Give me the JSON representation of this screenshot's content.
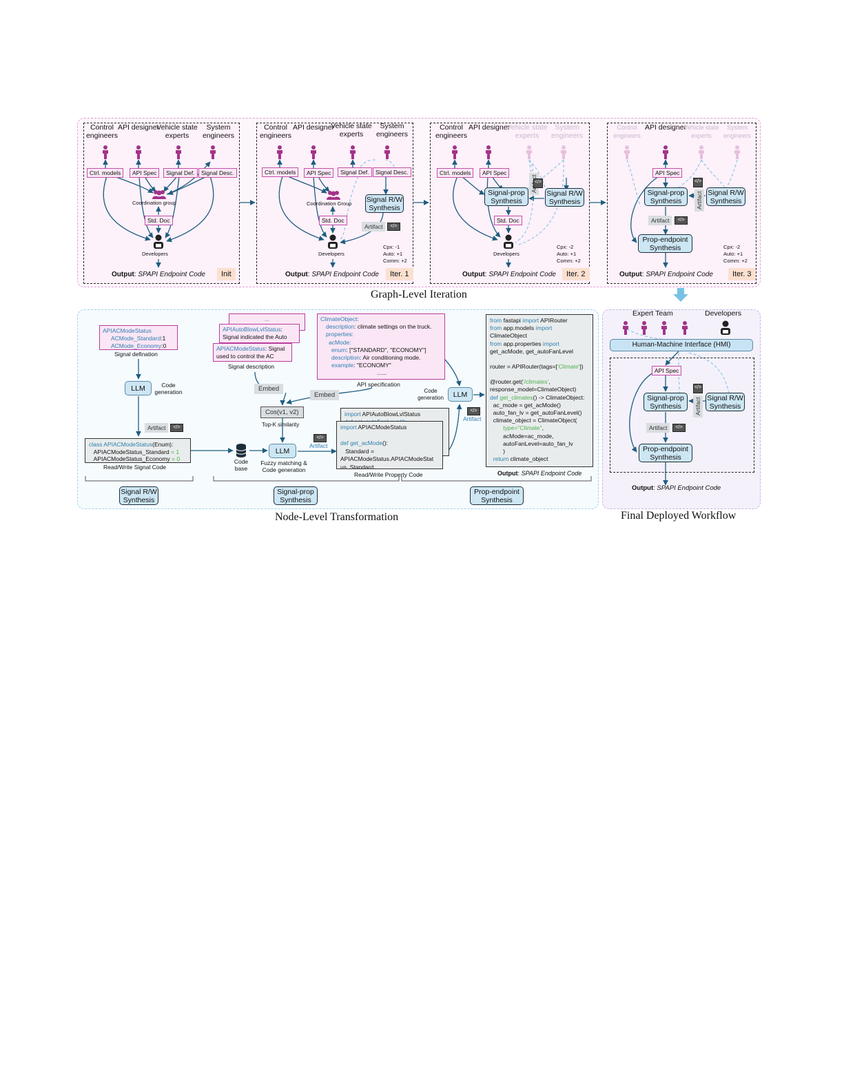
{
  "graph_level": {
    "caption": "Graph-Level Iteration",
    "panels": [
      {
        "roles": [
          "Control engineers",
          "API designer",
          "Vehicle state experts",
          "System engineers"
        ],
        "tags": [
          "Ctrl. models",
          "API Spec",
          "Signal Def.",
          "Signal Desc."
        ],
        "hub": "Coordination group",
        "doc": "Std. Doc",
        "dev": "Developers",
        "output_label": "Output",
        "output_value": "SPAPI Endpoint Code",
        "iter": "Init"
      },
      {
        "roles": [
          "Control engineers",
          "API designer",
          "Vehicle state experts",
          "System engineers"
        ],
        "tags": [
          "Ctrl. models",
          "API Spec",
          "Signal Def.",
          "Signal Desc."
        ],
        "hub": "Coordination Group",
        "doc": "Std. Doc",
        "dev": "Developers",
        "node": "Signal R/W Synthesis",
        "artifact": "Artifact",
        "stats": "Cpx: -1\nAuto: +1\nComm: +2",
        "output_label": "Output",
        "output_value": "SPAPI Endpoint Code",
        "iter": "Iter. 1"
      },
      {
        "roles": [
          "Control engineers",
          "API designer",
          "Vehicle state experts",
          "System engineers"
        ],
        "tags": [
          "Ctrl. models",
          "API Spec"
        ],
        "doc": "Std. Doc",
        "dev": "Developers",
        "node1": "Signal-prop Synthesis",
        "node2": "Signal R/W Synthesis",
        "artifact": "Artifact",
        "stats": "Cpx: -2\nAuto: +1\nComm: +2",
        "output_label": "Output",
        "output_value": "SPAPI Endpoint Code",
        "iter": "Iter. 2"
      },
      {
        "roles": [
          "Control engineers",
          "API designer",
          "Vehicle state experts",
          "System engineers"
        ],
        "tags": [
          "API Spec"
        ],
        "node1": "Signal-prop Synthesis",
        "node2": "Signal R/W Synthesis",
        "node3": "Prop-endpoint Synthesis",
        "artifact": "Artifact",
        "stats": "Cpx: -2\nAuto: +1\nComm: +2",
        "output_label": "Output",
        "output_value": "SPAPI Endpoint Code",
        "iter": "Iter. 3"
      }
    ]
  },
  "node_level": {
    "caption": "Node-Level Transformation",
    "signal_def": {
      "title": "APIACModeStatus",
      "line1": "ACMode_Standard",
      "v1": ":1",
      "line2": "ACMode_Economy",
      "v2": ":0",
      "caption": "Signal defination"
    },
    "llm1": "LLM",
    "code_gen": "Code generation",
    "artifact": "Artifact",
    "rw_code": {
      "l1a": "class ",
      "l1b": "APIACModeStatus",
      "l1c": "(Enum):",
      "l2a": "APIACModeStatus_Standard",
      "l2b": " = 1",
      "l3a": "APIACModeStatus_Economy",
      "l3b": " = 0",
      "caption": "Read/Write Signal Code"
    },
    "signal_desc": {
      "dots": "...",
      "d2name": "APIAutoBlowLvlStatus",
      "d2text": "Signal indicated the Auto",
      "d1name": "APIACModeStatus",
      "d1text": "Signal used to control the AC",
      "caption": "Signal description"
    },
    "api_spec": {
      "l1": "ClimateObject:",
      "l2k": "description",
      "l2v": ": climate settings on the truck.",
      "l3": "properties:",
      "l4": "acMode:",
      "l5k": "enum",
      "l5v": ": [\"STANDARD\", \"ECONOMY\"]",
      "l6k": "description",
      "l6v": ": Air conditioning mode.",
      "l7k": "example",
      "l7v": ": \"ECONOMY\"",
      "l8": "......",
      "caption": "API specification"
    },
    "embed1": "Embed",
    "embed2": "Embed",
    "cos": "Cos(v1, v2)",
    "topk": "Top-K similarity",
    "codebase": "Code base",
    "llm2": "LLM",
    "fuzzy": "Fuzzy matching & Code generation",
    "prop_code": {
      "back_l1a": "import ",
      "back_l1b": "APIAutoBlowLvlStatus",
      "back_l2": "def get_autoFanLevel():",
      "l1a": "import ",
      "l1b": "APIACModeStatus",
      "l2a": "def ",
      "l2b": "get_acMode",
      "l2c": "():",
      "l3": "Standard =",
      "l4": "APIACModeStatus.APIACModeStat",
      "l5": "us_Standard",
      "caption": "Read/Write Property Code"
    },
    "llm3": "LLM",
    "code_gen2": "Code generation",
    "endpoint_code": {
      "lines": [
        [
          "kw:from",
          " fastapi ",
          "kw:import",
          " APIRouter"
        ],
        [
          "kw:from",
          " app.models ",
          "kw:import"
        ],
        [
          "",
          "ClimateObject"
        ],
        [
          "kw:from",
          " app.properties ",
          "kw:import"
        ],
        [
          "",
          "get_acMode, get_autoFanLevel"
        ],
        [
          "",
          ""
        ],
        [
          "",
          "router = APIRouter(tags=[",
          "str:'Climate'",
          "])"
        ],
        [
          "",
          ""
        ],
        [
          "",
          "@router.get(",
          "str:'/climates'",
          ","
        ],
        [
          "",
          "response_model=ClimateObject)"
        ],
        [
          "kw:def",
          " ",
          "str:get_climates",
          "() -> ClimateObject:"
        ],
        [
          "",
          "  ac_mode = get_acMode()"
        ],
        [
          "",
          "  auto_fan_lv = get_autoFanLevel()"
        ],
        [
          "",
          "  climate_object = ClimateObject("
        ],
        [
          "",
          "        ",
          "str:type=\"Climate\"",
          ","
        ],
        [
          "",
          "        acMode=ac_mode,"
        ],
        [
          "",
          "        autoFanLevel=auto_fan_lv"
        ],
        [
          "",
          "        )"
        ],
        [
          "",
          "  ",
          "kw:return",
          " climate_object"
        ]
      ],
      "output_label": "Output",
      "output_value": "SPAPI Endpoint Code"
    },
    "stage_rw": "Signal R/W Synthesis",
    "stage_prop": "Signal-prop Synthesis",
    "stage_endpoint": "Prop-endpoint Synthesis"
  },
  "final": {
    "caption": "Final Deployed Workflow",
    "expert_team": "Expert Team",
    "developers": "Developers",
    "hmi": "Human-Machine Interface (HMI)",
    "api_spec": "API Spec",
    "node1": "Signal-prop Synthesis",
    "node2": "Signal R/W Synthesis",
    "node3": "Prop-endpoint Synthesis",
    "artifact": "Artifact",
    "output_label": "Output",
    "output_value": "SPAPI Endpoint Code"
  },
  "colors": {
    "pink": "#b83d9c",
    "node_blue": "#cde6f3",
    "arrow": "#1f5d80",
    "region_pink": "#e79ad8",
    "region_blue": "#9fd3ea",
    "region_purple": "#c6b4e6"
  }
}
